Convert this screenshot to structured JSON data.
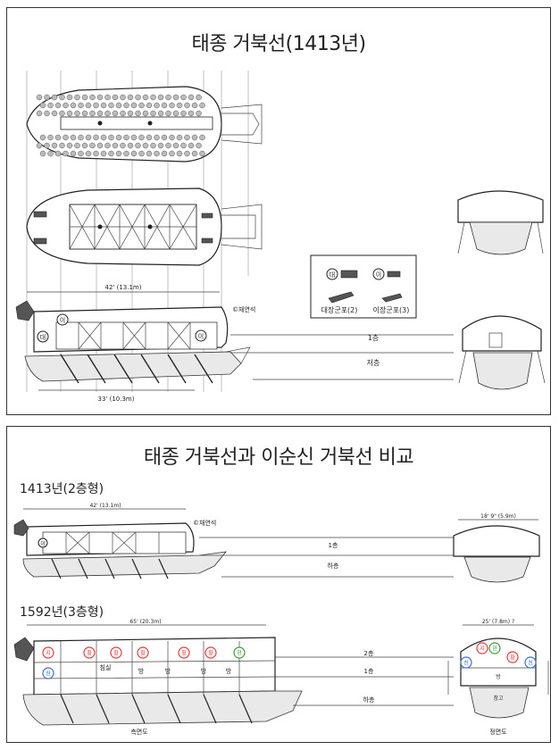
{
  "top": {
    "title": "태종 거북선(1413년)",
    "dim_upper": "42' (13.1m)",
    "dim_lower": "33' (10.3m)",
    "copyright": "©채연석",
    "level_1": "1층",
    "level_low": "저층",
    "legend": {
      "badge_big": "대",
      "badge_small": "이",
      "big_cannon": "대장군포(2)",
      "small_cannon": "이장군포(3)"
    },
    "hull_badges": [
      "이",
      "대",
      "이"
    ]
  },
  "bottom": {
    "title": "태종 거북선과 이순신 거북선 비교",
    "section_1413": "1413년(2층형)",
    "section_1592": "1592년(3층형)",
    "dim_1413": "42' (13.1m)",
    "dim_1413_front": "18' 9\" (5.9m)",
    "dim_1592": "65' (20.3m)",
    "dim_1592_front": "25' (7.8m) ?",
    "copyright": "©채연석",
    "level_1": "1층",
    "level_low": "하층",
    "level_2": "2층",
    "level_1b": "1층",
    "level_lowb": "하층",
    "side_view": "측면도",
    "front_view": "정면도",
    "badges_1413": [
      "이"
    ],
    "badges_1592_top": [
      "지",
      "황",
      "황",
      "황",
      "황",
      "황",
      "현"
    ],
    "badges_1592_low": [
      "천"
    ],
    "room_labels": [
      "방",
      "방",
      "방",
      "방"
    ],
    "cabin_label": "침실",
    "front_badges": [
      "지",
      "현",
      "천",
      "황",
      "천"
    ],
    "front_room": "방",
    "front_room2": "창고"
  },
  "colors": {
    "red_badge": "#e33b3b",
    "green_badge": "#3a9a3a",
    "blue_badge": "#3b6fd6",
    "line": "#222222"
  }
}
